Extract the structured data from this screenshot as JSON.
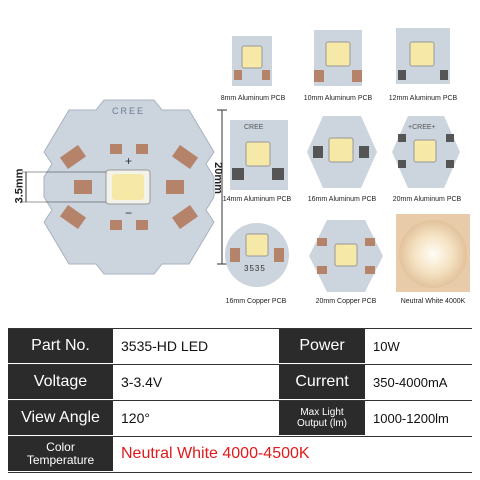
{
  "big_board": {
    "brand": "CREE",
    "width_label": "20mm",
    "led_label": "3.5mm",
    "plus": "+",
    "minus": "−"
  },
  "variants": [
    {
      "caption": "8mm Aluminum PCB"
    },
    {
      "caption": "10mm Aluminum PCB"
    },
    {
      "caption": "12mm Aluminum PCB"
    },
    {
      "caption": "14mm Aluminum PCB",
      "brand": "CREE"
    },
    {
      "caption": "16mm Aluminum PCB"
    },
    {
      "caption": "20mm Aluminum PCB",
      "brand": "+CREE+"
    },
    {
      "caption": "16mm Copper PCB",
      "marking": "3535"
    },
    {
      "caption": "20mm Copper PCB"
    },
    {
      "caption": "Neutral White 4000K"
    }
  ],
  "specs": {
    "part_no": {
      "label": "Part No.",
      "value": "3535-HD LED"
    },
    "power": {
      "label": "Power",
      "value": "10W"
    },
    "voltage": {
      "label": "Voltage",
      "value": "3-3.4V"
    },
    "current": {
      "label": "Current",
      "value": "350-4000mA"
    },
    "view_angle": {
      "label": "View Angle",
      "value": "120°"
    },
    "max_light": {
      "label_1": "Max Light",
      "label_2": "Output (lm)",
      "value": "1000-1200lm"
    },
    "color_temp": {
      "label_1": "Color",
      "label_2": "Temperature",
      "value": "Neutral White 4000-4500K"
    }
  },
  "colors": {
    "aluminum": "#ccd4de",
    "copper": "#b5826a",
    "label_bg": "#2b2b2b",
    "accent_red": "#e01a1a"
  }
}
